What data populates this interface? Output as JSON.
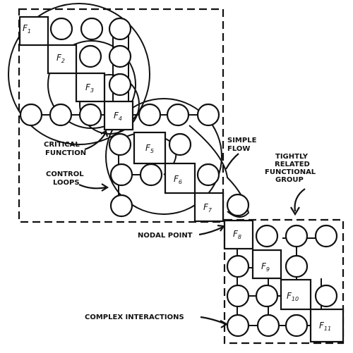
{
  "function_labels": [
    {
      "id": "f1",
      "letter": "F",
      "sub": "1"
    },
    {
      "id": "f2",
      "letter": "F",
      "sub": "2"
    },
    {
      "id": "f3",
      "letter": "F",
      "sub": "3"
    },
    {
      "id": "f4",
      "letter": "F",
      "sub": "4"
    },
    {
      "id": "f5",
      "letter": "F",
      "sub": "5"
    },
    {
      "id": "f6",
      "letter": "F",
      "sub": "6"
    },
    {
      "id": "f7",
      "letter": "F",
      "sub": "7"
    },
    {
      "id": "f8",
      "letter": "F",
      "sub": "8"
    },
    {
      "id": "f9",
      "letter": "F",
      "sub": "9"
    },
    {
      "id": "f10",
      "letter": "F",
      "sub": "10"
    },
    {
      "id": "f11",
      "letter": "F",
      "sub": "11"
    }
  ],
  "annotations": {
    "critical_function": [
      "CRITICAL",
      "FUNCTION"
    ],
    "simple_flow": [
      "SIMPLE",
      "FLOW"
    ],
    "tightly_related": [
      "TIGHTLY",
      "RELATED",
      "FUNCTIONAL",
      "GROUP"
    ],
    "control_loops": [
      "CONTROL",
      "LOOPS"
    ],
    "nodal_point": "NODAL POINT",
    "complex_interactions": "COMPLEX INTERACTIONS"
  }
}
